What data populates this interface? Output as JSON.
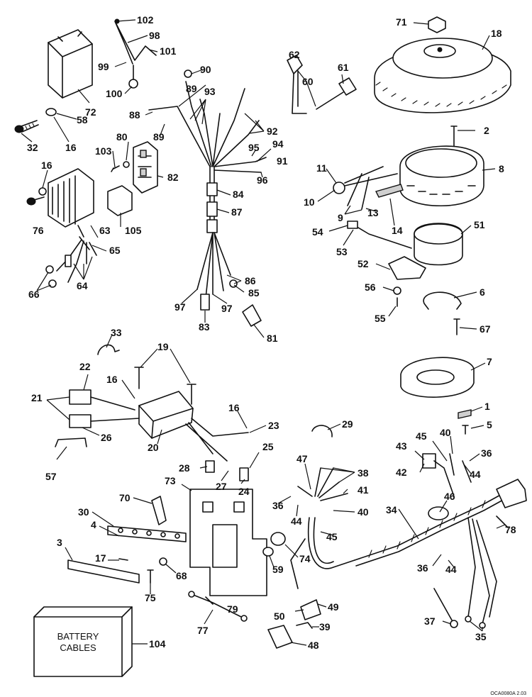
{
  "battery_box": {
    "line1": "BATTERY",
    "line2": "CABLES"
  },
  "part_code": "OCA0080A 2.03",
  "callouts": [
    {
      "id": "102",
      "label": "102"
    },
    {
      "id": "98",
      "label": "98"
    },
    {
      "id": "101",
      "label": "101"
    },
    {
      "id": "99",
      "label": "99"
    },
    {
      "id": "100",
      "label": "100"
    },
    {
      "id": "72",
      "label": "72"
    },
    {
      "id": "58",
      "label": "58"
    },
    {
      "id": "32",
      "label": "32"
    },
    {
      "id": "16a",
      "label": "16"
    },
    {
      "id": "90",
      "label": "90"
    },
    {
      "id": "89a",
      "label": "89"
    },
    {
      "id": "93",
      "label": "93"
    },
    {
      "id": "88",
      "label": "88"
    },
    {
      "id": "89b",
      "label": "89"
    },
    {
      "id": "92",
      "label": "92"
    },
    {
      "id": "62",
      "label": "62"
    },
    {
      "id": "60",
      "label": "60"
    },
    {
      "id": "61",
      "label": "61"
    },
    {
      "id": "71",
      "label": "71"
    },
    {
      "id": "18",
      "label": "18"
    },
    {
      "id": "2",
      "label": "2"
    },
    {
      "id": "8",
      "label": "8"
    },
    {
      "id": "80",
      "label": "80"
    },
    {
      "id": "103",
      "label": "103"
    },
    {
      "id": "82",
      "label": "82"
    },
    {
      "id": "95",
      "label": "95"
    },
    {
      "id": "94",
      "label": "94"
    },
    {
      "id": "91",
      "label": "91"
    },
    {
      "id": "96",
      "label": "96"
    },
    {
      "id": "84",
      "label": "84"
    },
    {
      "id": "87",
      "label": "87"
    },
    {
      "id": "16b",
      "label": "16"
    },
    {
      "id": "105",
      "label": "105"
    },
    {
      "id": "63",
      "label": "63"
    },
    {
      "id": "76",
      "label": "76"
    },
    {
      "id": "65",
      "label": "65"
    },
    {
      "id": "66",
      "label": "66"
    },
    {
      "id": "64",
      "label": "64"
    },
    {
      "id": "11",
      "label": "11"
    },
    {
      "id": "10",
      "label": "10"
    },
    {
      "id": "9",
      "label": "9"
    },
    {
      "id": "13",
      "label": "13"
    },
    {
      "id": "14",
      "label": "14"
    },
    {
      "id": "54",
      "label": "54"
    },
    {
      "id": "51",
      "label": "51"
    },
    {
      "id": "53",
      "label": "53"
    },
    {
      "id": "52",
      "label": "52"
    },
    {
      "id": "56",
      "label": "56"
    },
    {
      "id": "55",
      "label": "55"
    },
    {
      "id": "6",
      "label": "6"
    },
    {
      "id": "67",
      "label": "67"
    },
    {
      "id": "86",
      "label": "86"
    },
    {
      "id": "85",
      "label": "85"
    },
    {
      "id": "97a",
      "label": "97"
    },
    {
      "id": "97b",
      "label": "97"
    },
    {
      "id": "83",
      "label": "83"
    },
    {
      "id": "81",
      "label": "81"
    },
    {
      "id": "33",
      "label": "33"
    },
    {
      "id": "19",
      "label": "19"
    },
    {
      "id": "22",
      "label": "22"
    },
    {
      "id": "16c",
      "label": "16"
    },
    {
      "id": "21",
      "label": "21"
    },
    {
      "id": "26",
      "label": "26"
    },
    {
      "id": "20",
      "label": "20"
    },
    {
      "id": "16d",
      "label": "16"
    },
    {
      "id": "23",
      "label": "23"
    },
    {
      "id": "57",
      "label": "57"
    },
    {
      "id": "7",
      "label": "7"
    },
    {
      "id": "1",
      "label": "1"
    },
    {
      "id": "5",
      "label": "5"
    },
    {
      "id": "29",
      "label": "29"
    },
    {
      "id": "25",
      "label": "25"
    },
    {
      "id": "28",
      "label": "28"
    },
    {
      "id": "27",
      "label": "27"
    },
    {
      "id": "24",
      "label": "24"
    },
    {
      "id": "73",
      "label": "73"
    },
    {
      "id": "45a",
      "label": "45"
    },
    {
      "id": "40a",
      "label": "40"
    },
    {
      "id": "43",
      "label": "43"
    },
    {
      "id": "36a",
      "label": "36"
    },
    {
      "id": "42",
      "label": "42"
    },
    {
      "id": "44a",
      "label": "44"
    },
    {
      "id": "47",
      "label": "47"
    },
    {
      "id": "38",
      "label": "38"
    },
    {
      "id": "41",
      "label": "41"
    },
    {
      "id": "70",
      "label": "70"
    },
    {
      "id": "36b",
      "label": "36"
    },
    {
      "id": "44b",
      "label": "44"
    },
    {
      "id": "40b",
      "label": "40"
    },
    {
      "id": "34",
      "label": "34"
    },
    {
      "id": "46",
      "label": "46"
    },
    {
      "id": "45b",
      "label": "45"
    },
    {
      "id": "78",
      "label": "78"
    },
    {
      "id": "30",
      "label": "30"
    },
    {
      "id": "4",
      "label": "4"
    },
    {
      "id": "74",
      "label": "74"
    },
    {
      "id": "3",
      "label": "3"
    },
    {
      "id": "17",
      "label": "17"
    },
    {
      "id": "68",
      "label": "68"
    },
    {
      "id": "59",
      "label": "59"
    },
    {
      "id": "36c",
      "label": "36"
    },
    {
      "id": "44c",
      "label": "44"
    },
    {
      "id": "75",
      "label": "75"
    },
    {
      "id": "79",
      "label": "79"
    },
    {
      "id": "50",
      "label": "50"
    },
    {
      "id": "49",
      "label": "49"
    },
    {
      "id": "37",
      "label": "37"
    },
    {
      "id": "35",
      "label": "35"
    },
    {
      "id": "77",
      "label": "77"
    },
    {
      "id": "39",
      "label": "39"
    },
    {
      "id": "104",
      "label": "104"
    },
    {
      "id": "48",
      "label": "48"
    }
  ]
}
